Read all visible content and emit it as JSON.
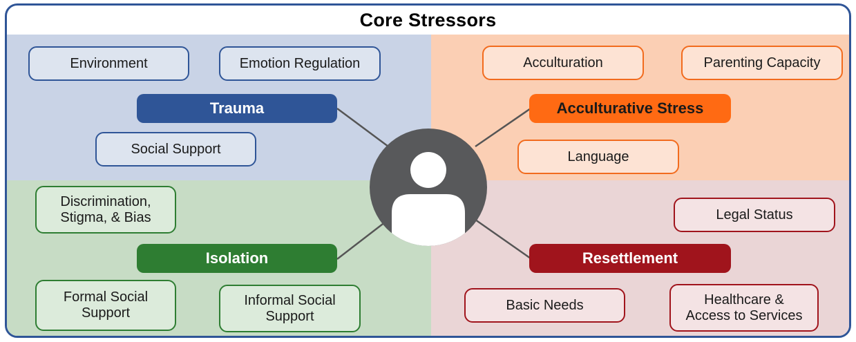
{
  "title": "Core Stressors",
  "colors": {
    "frame": "#2f5597",
    "trauma": "#2f5597",
    "acculturative_stress": "#ff6a13",
    "isolation": "#2e7d32",
    "resettlement": "#a0141c",
    "avatar": "#58595b"
  },
  "center": {
    "icon": "person-icon"
  },
  "quadrants": {
    "trauma": {
      "label": "Trauma",
      "items": [
        "Environment",
        "Emotion Regulation",
        "Social Support"
      ]
    },
    "acculturative_stress": {
      "label": "Acculturative Stress",
      "items": [
        "Acculturation",
        "Parenting Capacity",
        "Language"
      ]
    },
    "isolation": {
      "label": "Isolation",
      "items": [
        "Discrimination,\nStigma, & Bias",
        "Formal Social\nSupport",
        "Informal Social\nSupport"
      ]
    },
    "resettlement": {
      "label": "Resettlement",
      "items": [
        "Legal Status",
        "Basic Needs",
        "Healthcare &\nAccess to Services"
      ]
    }
  }
}
